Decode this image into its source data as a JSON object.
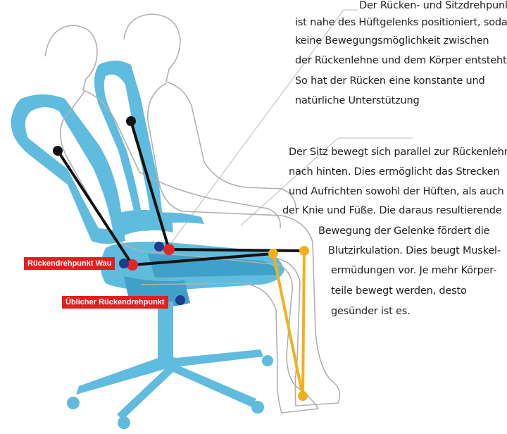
{
  "paragraph_top": {
    "lines": [
      "Der Rücken- und Sitzdrehpunkt",
      "ist nahe des Hüftgelenks positioniert, sodass",
      "keine Bewegungsmöglichkeit zwischen",
      "der Rückenlehne und dem Körper entsteht.",
      "So hat der Rücken eine konstante und",
      "natürliche Unterstützung"
    ]
  },
  "paragraph_bottom": {
    "lines": [
      "Der Sitz bewegt sich parallel zur Rückenlehne",
      "nach hinten. Dies ermöglicht das Strecken",
      "und Aufrichten sowohl der Hüften, als auch",
      "der Knie und Füße. Die daraus resultierende",
      "Bewegung der Gelenke fördert die",
      "Blutzirkulation. Dies beugt Muskel-",
      "ermüdungen vor. Je mehr Körper-",
      "teile bewegt werden, desto",
      "gesünder ist es."
    ]
  },
  "labels": {
    "pivot_wau": "Rückendrehpunkt Wau",
    "pivot_usual": "Üblicher Rückendrehpunkt"
  },
  "colors": {
    "chair": "#5fbcde",
    "chair_dark": "#3fa0c8",
    "outline": "#b0b0b0",
    "lever": "#111111",
    "red_point": "#e42424",
    "blue_point": "#1d3c8c",
    "yellow": "#f2b01e",
    "tag_bg": "#e02020",
    "leader": "#c8c8c8"
  }
}
